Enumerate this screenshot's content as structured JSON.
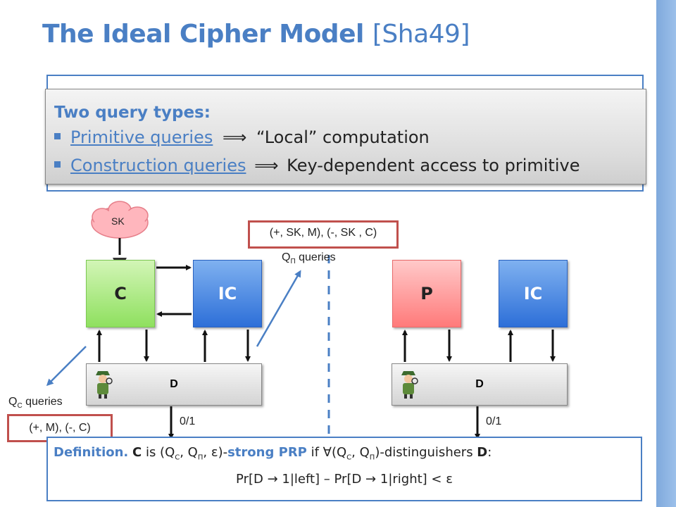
{
  "title": {
    "main": "The Ideal Cipher Model",
    "cite": "[Sha49]"
  },
  "query_types": {
    "heading": "Two query types:",
    "items": [
      {
        "link": "Primitive queries",
        "arrow": "⟹",
        "text": "“Local” computation"
      },
      {
        "link": "Construction queries",
        "arrow": "⟹",
        "text": "Key-dependent access to primitive"
      }
    ]
  },
  "diagram": {
    "left": {
      "sk": "SK",
      "c": "C",
      "ic": "IC",
      "d": "D",
      "out": "0/1"
    },
    "right": {
      "p": "P",
      "ic": "IC",
      "d": "D",
      "out": "0/1"
    },
    "qpi_box": "(+, SK, M), (-, SK , C)",
    "qpi_label_q": "Q",
    "qpi_label_sub": "Π",
    "qpi_label_rest": " queries",
    "qc_label_q": "Q",
    "qc_label_sub": "C",
    "qc_label_rest": " queries",
    "qc_box": "(+, M), (-, C)"
  },
  "definition": {
    "prefix": "Definition.",
    "c": "C",
    "is": " is (Q",
    "sub_c": "C",
    "comma": ", Q",
    "sub_pi": "Π",
    "eps_part": ", ε)-",
    "strong_prp": "strong PRP",
    "if_part": " if ∀(Q",
    "sub_c2": "C",
    "comma2": ", Q",
    "sub_pi2": "Π",
    "dist": ")-distinguishers ",
    "d": "D",
    "colon": ":",
    "formula": "Pr[D → 1|left] – Pr[D → 1|right] < ε"
  },
  "colors": {
    "accent": "#4a7fc4",
    "red_border": "#c0504d",
    "c_box": "#8fe05f",
    "ic_box": "#2d6fd8",
    "p_box": "#ff7a7a"
  }
}
